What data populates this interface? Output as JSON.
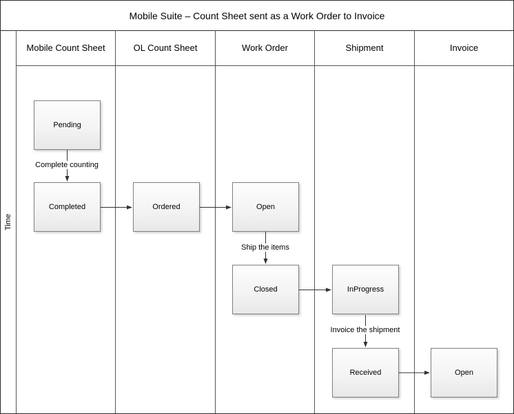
{
  "title": "Mobile Suite – Count Sheet sent as a Work Order to Invoice",
  "time_label": "Time",
  "lanes": [
    {
      "label": "Mobile Count Sheet"
    },
    {
      "label": "OL Count Sheet"
    },
    {
      "label": "Work Order"
    },
    {
      "label": "Shipment"
    },
    {
      "label": "Invoice"
    }
  ],
  "nodes": [
    {
      "id": "pending",
      "lane": "Mobile Count Sheet",
      "label": "Pending"
    },
    {
      "id": "completed",
      "lane": "Mobile Count Sheet",
      "label": "Completed"
    },
    {
      "id": "ordered",
      "lane": "OL Count Sheet",
      "label": "Ordered"
    },
    {
      "id": "open-work-order",
      "lane": "Work Order",
      "label": "Open"
    },
    {
      "id": "closed",
      "lane": "Work Order",
      "label": "Closed"
    },
    {
      "id": "inprogress",
      "lane": "Shipment",
      "label": "InProgress"
    },
    {
      "id": "received",
      "lane": "Shipment",
      "label": "Received"
    },
    {
      "id": "open-invoice",
      "lane": "Invoice",
      "label": "Open"
    }
  ],
  "edges": [
    {
      "from": "pending",
      "to": "completed",
      "label": "Complete counting"
    },
    {
      "from": "completed",
      "to": "ordered",
      "label": ""
    },
    {
      "from": "ordered",
      "to": "open-work-order",
      "label": ""
    },
    {
      "from": "open-work-order",
      "to": "closed",
      "label": "Ship the items"
    },
    {
      "from": "closed",
      "to": "inprogress",
      "label": ""
    },
    {
      "from": "inprogress",
      "to": "received",
      "label": "Invoice the shipment"
    },
    {
      "from": "received",
      "to": "open-invoice",
      "label": ""
    }
  ],
  "colors": {
    "outer_border": "#2b2b2b",
    "lane_line": "#555555",
    "node_border": "#808080",
    "node_fill_top": "#fdfdfd",
    "node_fill_bottom": "#e8e8e8",
    "arrow": "#333333"
  }
}
